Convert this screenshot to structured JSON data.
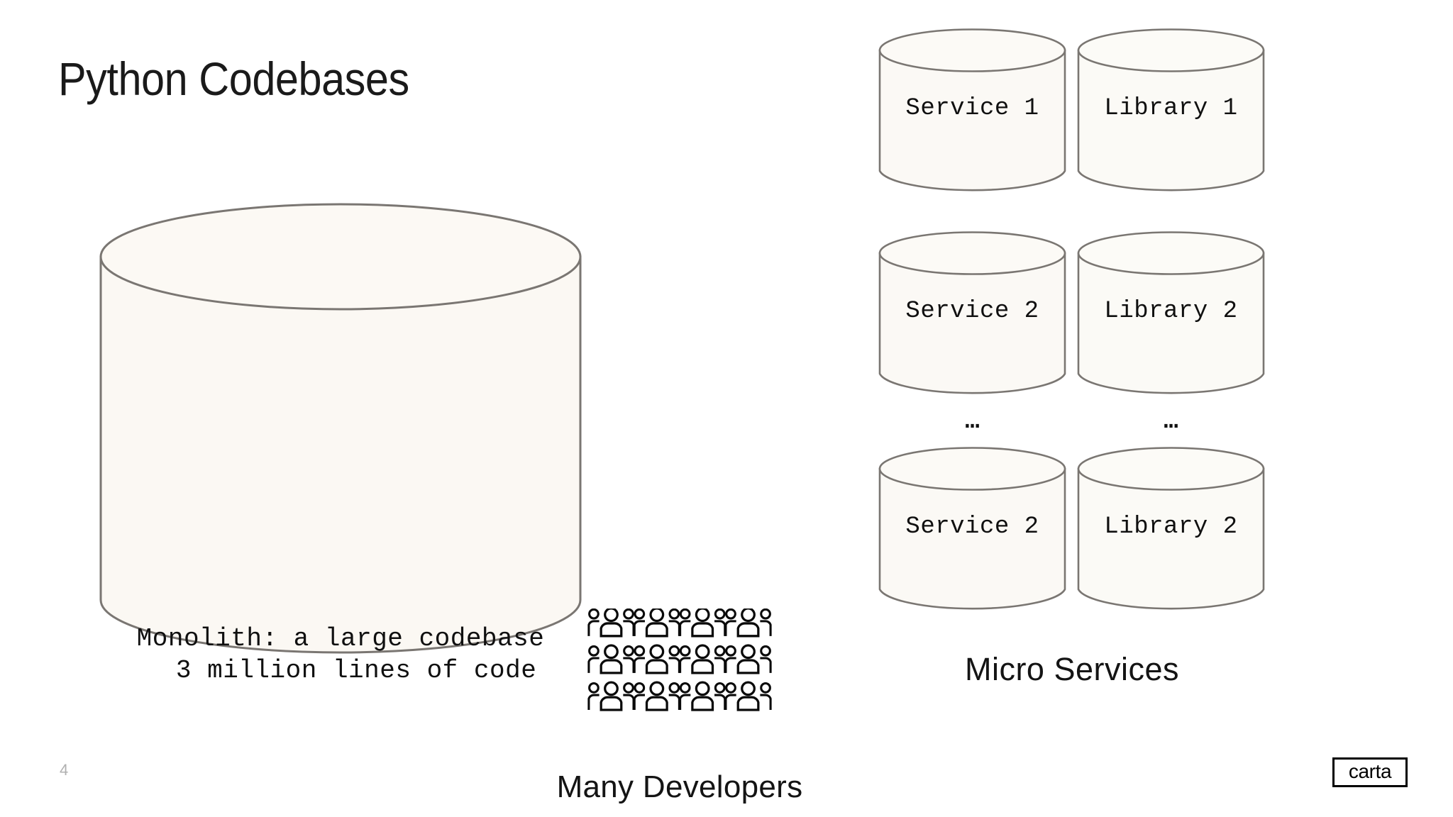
{
  "slide": {
    "title": "Python Codebases",
    "page_number": "4",
    "background_color": "#ffffff"
  },
  "theme": {
    "cylinder_fill": "#FBF8F3",
    "cylinder_stroke": "#7A7672",
    "text_color": "#101010",
    "page_number_color": "#b0b0b0"
  },
  "monolith": {
    "label_line1": "Monolith: a large codebase",
    "label_line2": "3 million lines of code",
    "label": "Monolith: a large codebase\n  3 million lines of code"
  },
  "microservices": {
    "caption": "Micro Services",
    "ellipsis": "…",
    "columns": [
      {
        "name": "services",
        "cylinders": [
          {
            "label": "Service 1"
          },
          {
            "label": "Service 2"
          },
          {
            "label": "Service 2"
          }
        ]
      },
      {
        "name": "libraries",
        "cylinders": [
          {
            "label": "Library 1"
          },
          {
            "label": "Library 2"
          },
          {
            "label": "Library 2"
          }
        ]
      }
    ]
  },
  "developers": {
    "caption": "Many Developers",
    "icon": "crowd-of-people-icon"
  },
  "brand": {
    "logo_text": "carta"
  }
}
